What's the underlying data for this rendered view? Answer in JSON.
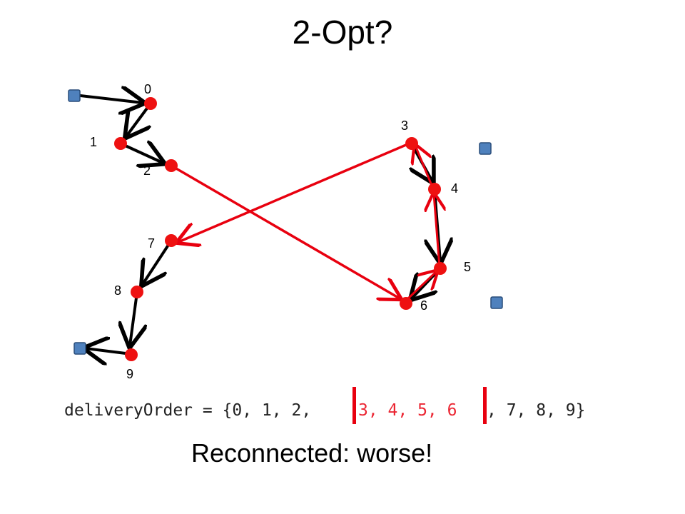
{
  "title": "2-Opt?",
  "node_labels": [
    "0",
    "1",
    "2",
    "3",
    "4",
    "5",
    "6",
    "7",
    "8",
    "9"
  ],
  "code": {
    "prefix": "deliveryOrder = {0, 1, 2, ",
    "reversed_overlay": "3, 4, 5, 6",
    "suffix": ", 7, 8, 9}"
  },
  "caption": "Reconnected: worse!",
  "colors": {
    "node": "#ee1111",
    "depot": "#4f81bd",
    "depot_border": "#2a4d7a",
    "path": "#000000",
    "changed": "#e8000f"
  }
}
